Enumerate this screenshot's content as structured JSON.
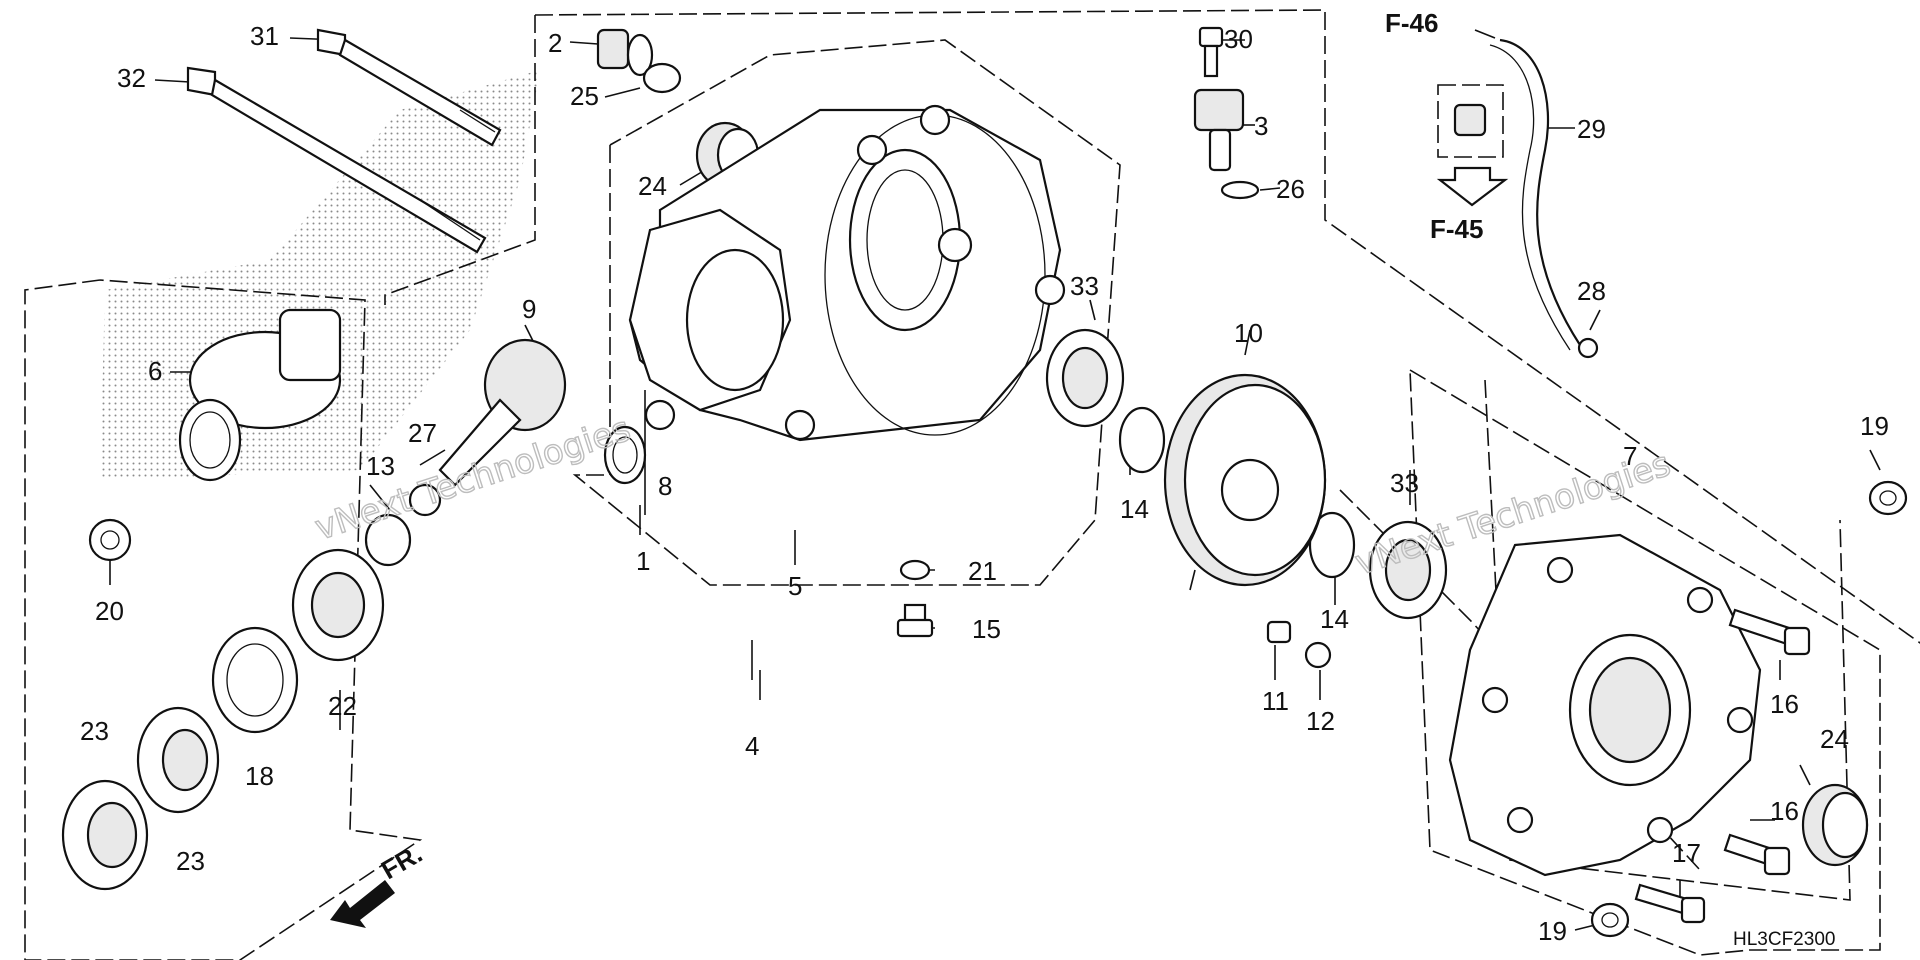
{
  "diagram": {
    "code": "HL3CF2300",
    "watermark": "vNext Technologies",
    "front_label": "FR.",
    "refs": [
      "F-46",
      "F-45"
    ],
    "parts": [
      "1",
      "2",
      "3",
      "4",
      "5",
      "6",
      "7",
      "8",
      "9",
      "10",
      "11",
      "12",
      "13",
      "14",
      "14",
      "15",
      "16",
      "16",
      "17",
      "18",
      "19",
      "19",
      "20",
      "21",
      "22",
      "23",
      "23",
      "24",
      "24",
      "25",
      "26",
      "27",
      "28",
      "29",
      "30",
      "31",
      "32",
      "33",
      "33"
    ]
  }
}
